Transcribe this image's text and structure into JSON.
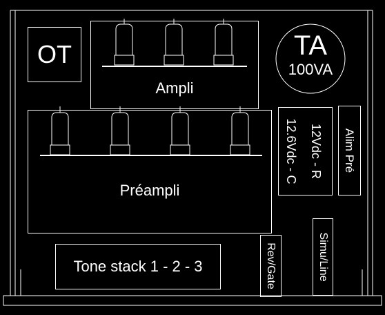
{
  "blocks": {
    "ot": "OT",
    "ta": {
      "title": "TA",
      "rating": "100VA"
    },
    "ampli": "Ampli",
    "preampli": "Préampli",
    "tone_stack": "Tone stack 1 - 2 - 3",
    "supply_12v": "12Vdc - R",
    "supply_126v": "12.6Vdc - C",
    "alim_pre": "Alim Pré",
    "simu_line": "Simu/Line",
    "rev_gate": "Rev/Gate"
  },
  "colors": {
    "background": "#000000",
    "stroke": "#ffffff"
  }
}
